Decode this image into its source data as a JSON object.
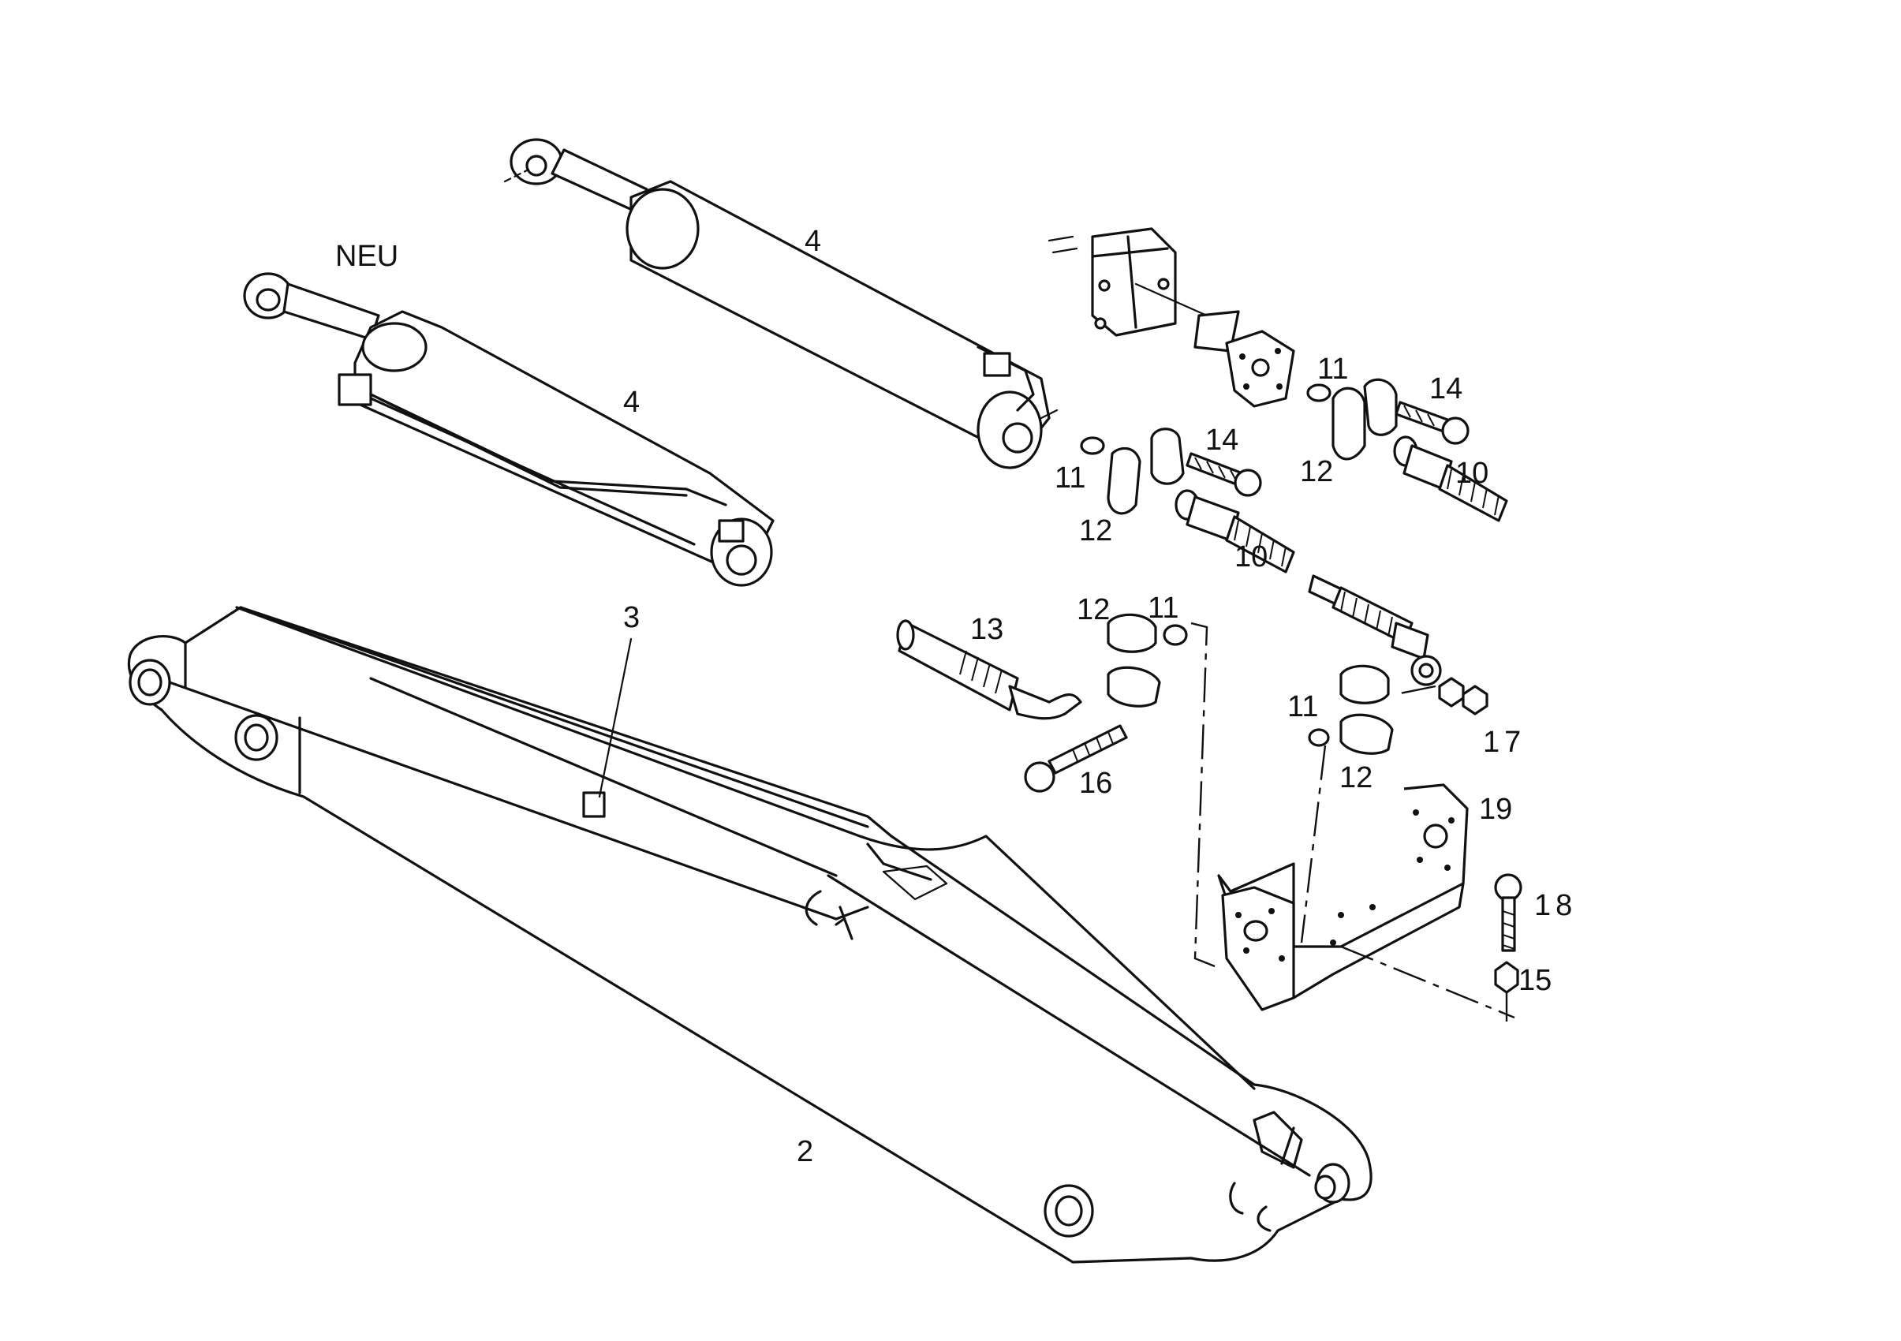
{
  "labels": {
    "neu": "NEU",
    "cyl_upper": "4",
    "cyl_lower": "4",
    "boom": "2",
    "clip": "3",
    "hose_10_a": "10",
    "hose_10_b": "10",
    "seal_11_a": "11",
    "seal_11_b": "11",
    "seal_11_c": "11",
    "seal_11_d": "11",
    "flange_12_a": "12",
    "flange_12_b": "12",
    "flange_12_c": "12",
    "flange_12_d": "12",
    "hose_13": "13",
    "bolt_14_a": "14",
    "bolt_14_b": "14",
    "nut_15": "15",
    "bolt_16": "16",
    "nut_17": "17",
    "screw_18": "18",
    "bracket_19": "19"
  }
}
